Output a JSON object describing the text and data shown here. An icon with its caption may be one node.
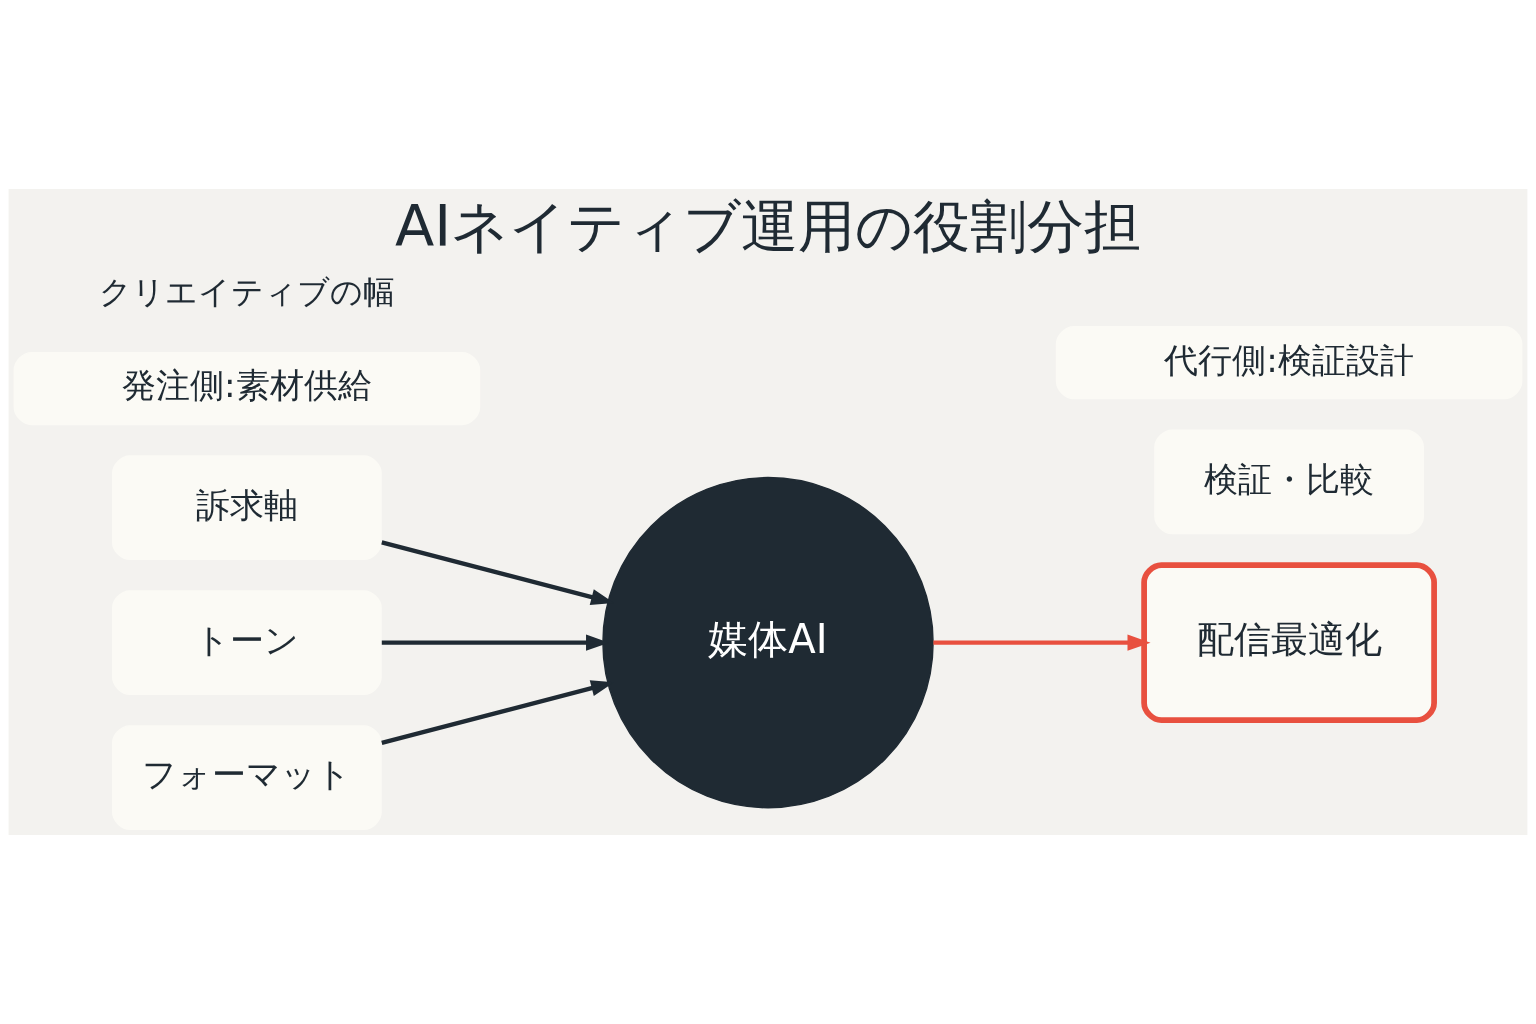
{
  "diagram": {
    "title": "AIネイティブ運用の役割分担",
    "nodes": [
      {
        "text": [
          "訴求軸"
        ]
      },
      {
        "text": [
          "トーン"
        ]
      },
      {
        "text": [
          "フォーマット"
        ]
      },
      {
        "text": [
          "媒体AI"
        ]
      },
      {
        "text": [
          "配信最適化"
        ]
      },
      {
        "text": [
          "検証・比較"
        ]
      },
      {
        "text": [
          "発注側:素材供給"
        ]
      },
      {
        "text": [
          "代行側:検証設計"
        ]
      }
    ],
    "edges": [
      {
        "from": 0,
        "to": 3,
        "arrow": "to"
      },
      {
        "from": 1,
        "to": 3,
        "arrow": "to"
      },
      {
        "from": 2,
        "to": 3,
        "arrow": "to"
      },
      {
        "from": 3,
        "to": 4,
        "arrow": "to",
        "color": "#e8503f"
      }
    ],
    "labels": [
      "クリエイティブの幅"
    ]
  }
}
